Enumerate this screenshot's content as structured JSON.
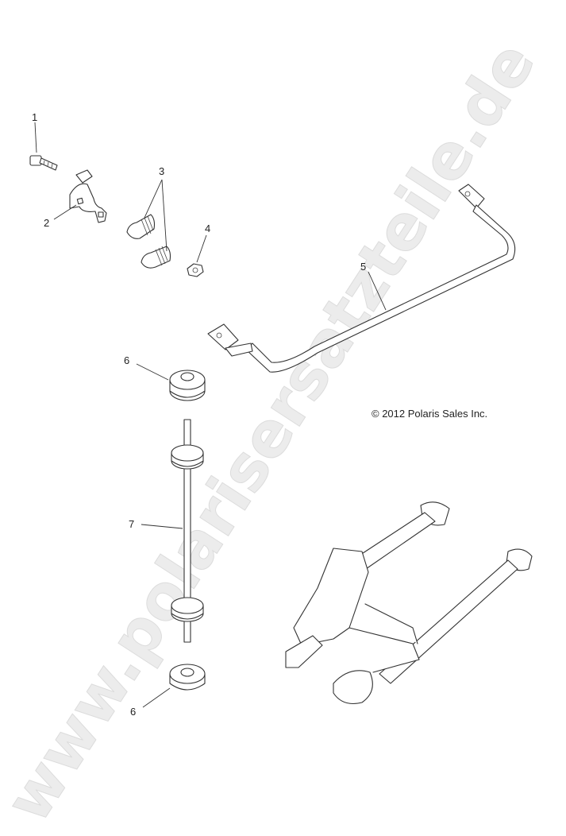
{
  "watermark": "www.polarisersatzteile.de",
  "copyright": "© 2012 Polaris Sales Inc.",
  "callouts": {
    "c1": "1",
    "c2": "2",
    "c3": "3",
    "c4": "4",
    "c5": "5",
    "c6a": "6",
    "c6b": "6",
    "c7": "7"
  }
}
